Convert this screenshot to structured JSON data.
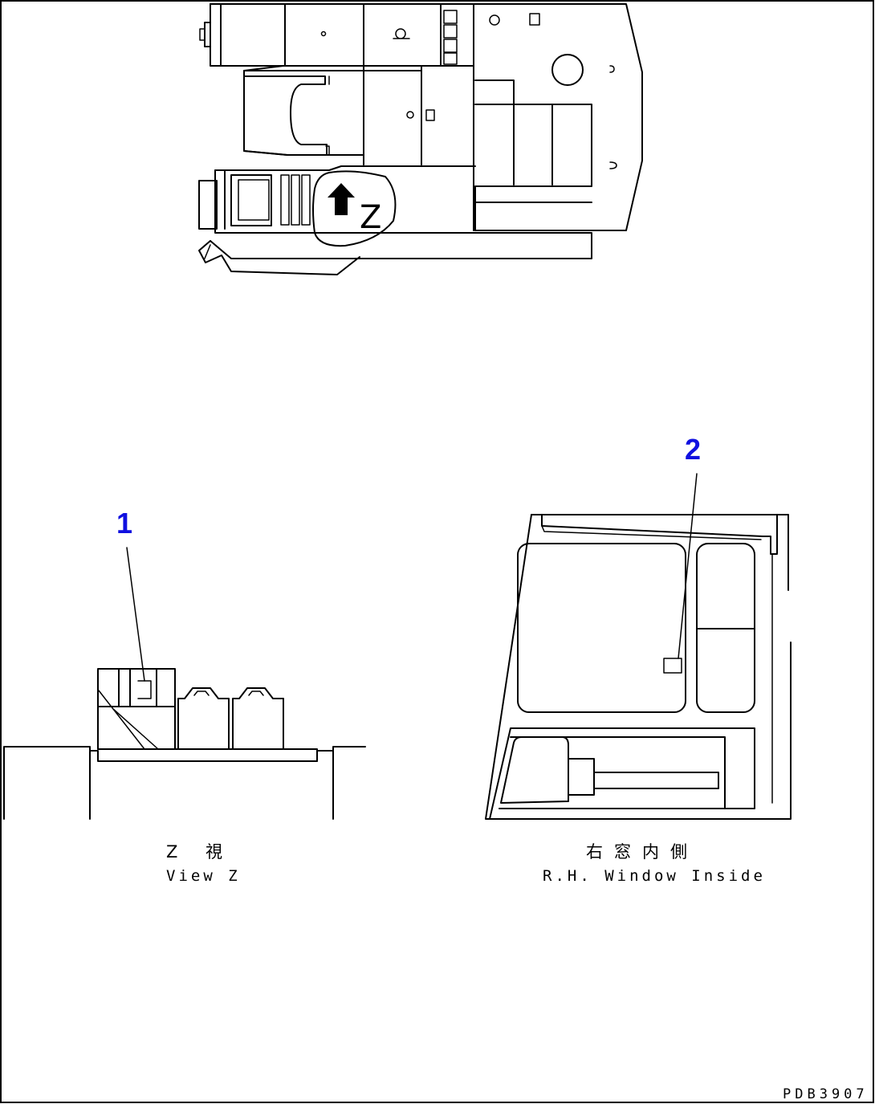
{
  "callouts": {
    "item1": "1",
    "item2": "2"
  },
  "view_marker": "Z",
  "captions": {
    "view_z_jp": "Z 視",
    "view_z_en": "View Z",
    "rh_window_jp": "右窓内側",
    "rh_window_en": "R.H. Window Inside"
  },
  "drawing_code": "PDB3907"
}
